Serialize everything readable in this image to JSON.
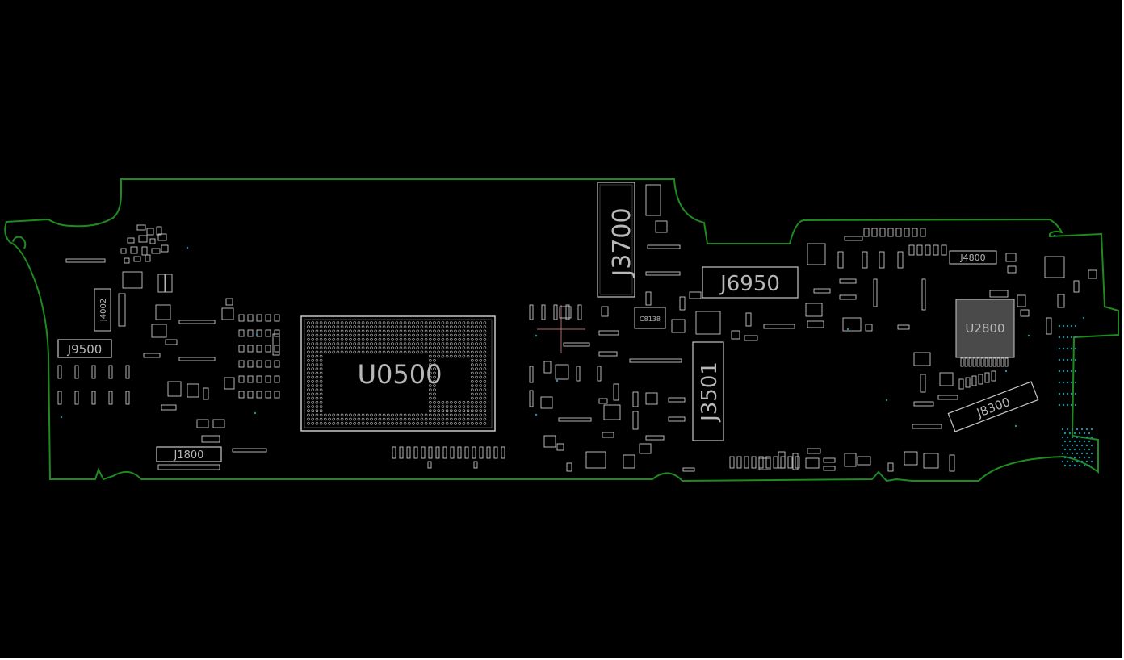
{
  "viewer": {
    "background": "#000000",
    "outline_color": "#1f8a1f",
    "component_color": "#c8c8c8",
    "via_color": "#1f8f9f",
    "cursor_color": "#b06a6a"
  },
  "board": {
    "components": {
      "u0500": "U0500",
      "j3700": "J3700",
      "j6950": "J6950",
      "j3501": "J3501",
      "u2800": "U2800",
      "j8300": "J8300",
      "j4800": "J4800",
      "j9500": "J9500",
      "j1800": "J1800",
      "j4002": "J4002",
      "c8138": "C8138"
    }
  }
}
